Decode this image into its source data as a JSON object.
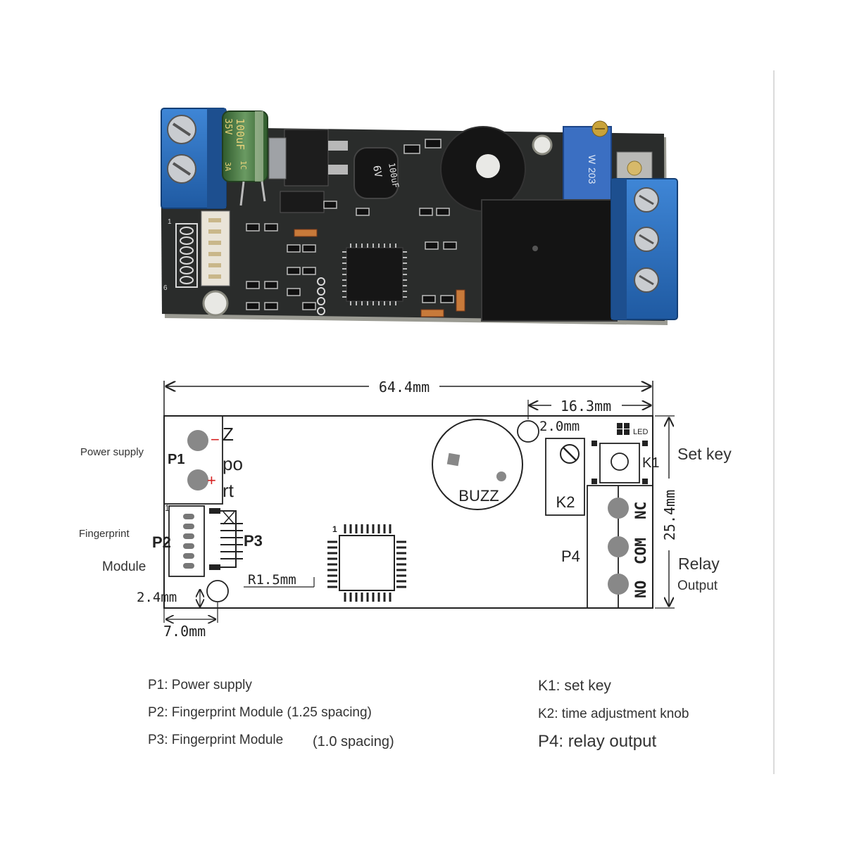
{
  "photo": {
    "capacitor_main": [
      "100uF",
      "35V"
    ],
    "capacitor_main_right": "1C",
    "capacitor_main_bottom": "3A",
    "capacitor_small": [
      "6V",
      "100uF"
    ],
    "pot_marking": "203",
    "pot_marking_w": "W",
    "pin_marks": [
      "1",
      "6"
    ]
  },
  "diagram": {
    "width_label": "64.4mm",
    "relay_block_width_label": "16.3mm",
    "hole_top_label": "2.0mm",
    "height_label": "25.4mm",
    "hole_radius_label": "R1.5mm",
    "hole_offset_y_label": "2.4mm",
    "hole_offset_x_label": "7.0mm",
    "p1": "P1",
    "p1_text": [
      "Z",
      "po",
      "rt"
    ],
    "p1_minus": "−",
    "p1_plus": "+",
    "p2": "P2",
    "p3": "P3",
    "p4": "P4",
    "k1": "K1",
    "k2": "K2",
    "buzzer": "BUZZ",
    "led": "LED",
    "relay_terminals": [
      "NC",
      "COM",
      "NO"
    ],
    "pin1": "1",
    "chip_pin1": "1"
  },
  "side_labels": {
    "power_supply": "Power supply",
    "fingerprint": "Fingerprint",
    "module": "Module",
    "set_key": "Set key",
    "relay": "Relay",
    "output": "Output"
  },
  "legend": {
    "left": [
      "P1: Power supply",
      "P2: Fingerprint Module (1.25 spacing)",
      "P3: Fingerprint Module"
    ],
    "left_extra": "(1.0 spacing)",
    "right": [
      "K1: set key",
      "K2: time adjustment knob",
      "P4: relay output"
    ]
  },
  "colors": {
    "pcb": "#2b2d2c",
    "terminal_blue": "#2a6fbd",
    "relay_black": "#1a1a1a",
    "capacitor_green": "#3f6f3a",
    "polarity_red": "#d62020"
  }
}
